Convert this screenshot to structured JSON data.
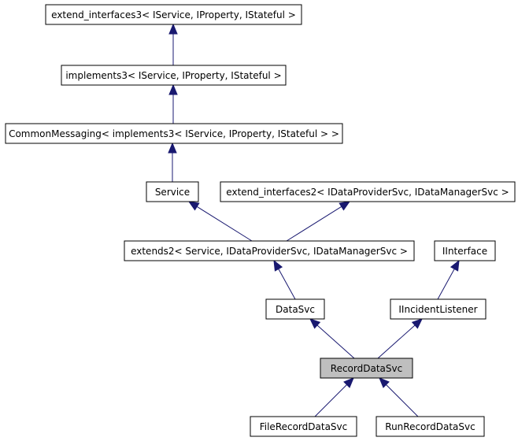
{
  "diagram": {
    "nodes": [
      {
        "id": "n_ext3",
        "label": "extend_interfaces3< IService, IProperty, IStateful >"
      },
      {
        "id": "n_impl3",
        "label": "implements3< IService, IProperty, IStateful >"
      },
      {
        "id": "n_cm",
        "label": "CommonMessaging< implements3< IService, IProperty, IStateful > >"
      },
      {
        "id": "n_service",
        "label": "Service"
      },
      {
        "id": "n_ext2",
        "label": "extend_interfaces2< IDataProviderSvc, IDataManagerSvc >"
      },
      {
        "id": "n_extends2",
        "label": "extends2< Service, IDataProviderSvc, IDataManagerSvc >"
      },
      {
        "id": "n_iinterface",
        "label": "IInterface"
      },
      {
        "id": "n_datasvc",
        "label": "DataSvc"
      },
      {
        "id": "n_iincident",
        "label": "IIncidentListener"
      },
      {
        "id": "n_record",
        "label": "RecordDataSvc",
        "highlighted": true
      },
      {
        "id": "n_filerecord",
        "label": "FileRecordDataSvc"
      },
      {
        "id": "n_runrecord",
        "label": "RunRecordDataSvc"
      }
    ],
    "edges": [
      {
        "from": "n_impl3",
        "to": "n_ext3"
      },
      {
        "from": "n_cm",
        "to": "n_impl3"
      },
      {
        "from": "n_service",
        "to": "n_cm"
      },
      {
        "from": "n_extends2",
        "to": "n_service"
      },
      {
        "from": "n_extends2",
        "to": "n_ext2"
      },
      {
        "from": "n_datasvc",
        "to": "n_extends2"
      },
      {
        "from": "n_iincident",
        "to": "n_iinterface"
      },
      {
        "from": "n_record",
        "to": "n_datasvc"
      },
      {
        "from": "n_record",
        "to": "n_iincident"
      },
      {
        "from": "n_filerecord",
        "to": "n_record"
      },
      {
        "from": "n_runrecord",
        "to": "n_record"
      }
    ],
    "colors": {
      "edge": "#191970",
      "highlight_fill": "#bfbfbf",
      "node_fill": "#ffffff"
    }
  }
}
